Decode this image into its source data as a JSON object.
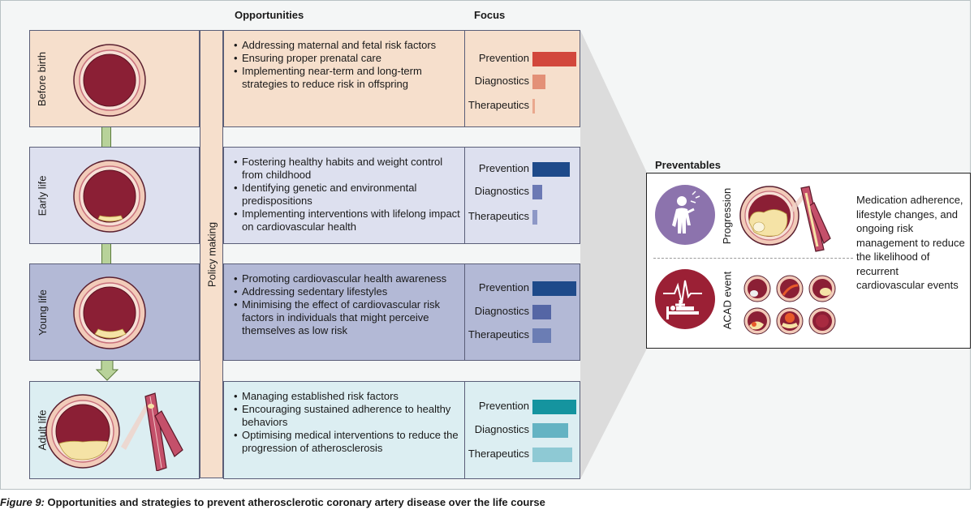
{
  "headers": {
    "opportunities": "Opportunities",
    "focus": "Focus",
    "preventables": "Preventables"
  },
  "policy_label": "Policy making",
  "focus_labels": {
    "prevention": "Prevention",
    "diagnostics": "Diagnostics",
    "therapeutics": "Therapeutics"
  },
  "stages": [
    {
      "label": "Before birth",
      "opportunities": [
        "Addressing maternal and fetal risk factors",
        "Ensuring proper prenatal care",
        "Implementing near-term and long-term strategies to reduce risk in offspring"
      ],
      "focus": {
        "prevention": 1.0,
        "diagnostics": 0.3,
        "therapeutics": 0.05
      },
      "colors": {
        "bg": "#f6dfcc",
        "prevention": "#d2473c",
        "diagnostics": "#e39077",
        "therapeutics": "#eaa88e"
      }
    },
    {
      "label": "Early life",
      "opportunities": [
        "Fostering healthy habits and weight control from childhood",
        "Identifying genetic and environmental predispositions",
        "Implementing interventions with lifelong impact on cardiovascular health"
      ],
      "focus": {
        "prevention": 0.85,
        "diagnostics": 0.22,
        "therapeutics": 0.12
      },
      "colors": {
        "bg": "#dde0ef",
        "prevention": "#1e4a8a",
        "diagnostics": "#6b79b4",
        "therapeutics": "#8d98c6"
      }
    },
    {
      "label": "Young life",
      "opportunities": [
        "Promoting cardiovascular health awareness",
        "Addressing sedentary lifestyles",
        "Minimising the effect of cardiovascular risk factors in individuals that might perceive themselves as low risk"
      ],
      "focus": {
        "prevention": 1.0,
        "diagnostics": 0.42,
        "therapeutics": 0.42
      },
      "colors": {
        "bg": "#b3b9d6",
        "prevention": "#1e4a8a",
        "diagnostics": "#5566a5",
        "therapeutics": "#6b7db4"
      }
    },
    {
      "label": "Adult life",
      "opportunities": [
        "Managing established risk factors",
        "Encouraging sustained adherence to healthy behaviors",
        "Optimising medical interventions to reduce the progression of atherosclerosis"
      ],
      "focus": {
        "prevention": 1.0,
        "diagnostics": 0.82,
        "therapeutics": 0.9
      },
      "colors": {
        "bg": "#dceef2",
        "prevention": "#15949f",
        "diagnostics": "#64b3c3",
        "therapeutics": "#8ec9d4"
      }
    }
  ],
  "preventables": {
    "progression_label": "Progression",
    "acad_label": "ACAD event",
    "text": "Medication adherence, lifestyle changes, and ongoing risk management to reduce the likelihood of recurrent cardiovascular events",
    "colors": {
      "progression_circle": "#8c73ad",
      "acad_circle": "#9b2035"
    }
  },
  "caption": {
    "prefix": "Figure 9:",
    "text": " Opportunities and strategies to prevent atherosclerotic coronary artery disease over the life course"
  }
}
